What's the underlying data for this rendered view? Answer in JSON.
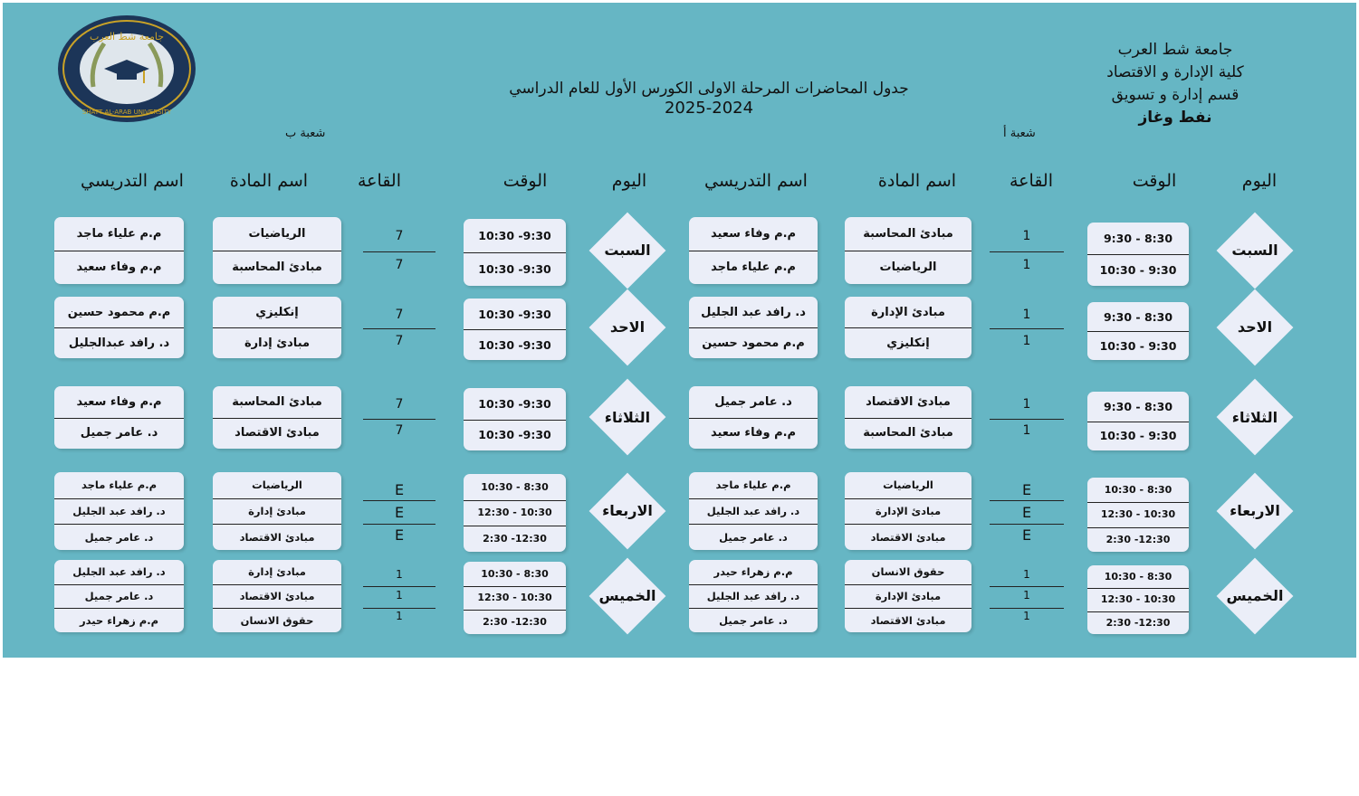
{
  "university": [
    "جامعة شط العرب",
    "كلية الإدارة و الاقتصاد",
    "قسم إدارة و تسويق",
    "نفط وغاز"
  ],
  "title_line1": "جدول المحاضرات المرحلة الاولى الكورس الأول للعام الدراسي",
  "title_line2": "2025-2024",
  "section_a": "شعبة أ",
  "section_b": "شعبة ب",
  "headers": {
    "day": "اليوم",
    "time": "الوقت",
    "room": "القاعة",
    "subject": "اسم المادة",
    "teacher": "اسم التدريسي"
  },
  "logo_text": "SHATT AL-ARAB UNIVERSITY",
  "days": [
    {
      "day": "السبت",
      "a": {
        "times": [
          "8:30 - 9:30",
          "9:30 - 10:30"
        ],
        "rooms": [
          "1",
          "1"
        ],
        "subjects": [
          "مبادئ المحاسبة",
          "الرياضيات"
        ],
        "teachers": [
          "م.م وفاء سعيد",
          "م.م علياء ماجد"
        ]
      },
      "b": {
        "times": [
          "9:30- 10:30",
          "9:30- 10:30"
        ],
        "rooms": [
          "7",
          "7"
        ],
        "subjects": [
          "الرياضيات",
          "مبادئ المحاسبة"
        ],
        "teachers": [
          "م.م علياء ماجد",
          "م.م وفاء سعيد"
        ]
      }
    },
    {
      "day": "الاحد",
      "a": {
        "times": [
          "8:30 - 9:30",
          "9:30 - 10:30"
        ],
        "rooms": [
          "1",
          "1"
        ],
        "subjects": [
          "مبادئ الإدارة",
          "إنكليزي"
        ],
        "teachers": [
          "د. رافد عبد الجليل",
          "م.م محمود حسين"
        ]
      },
      "b": {
        "times": [
          "9:30- 10:30",
          "9:30- 10:30"
        ],
        "rooms": [
          "7",
          "7"
        ],
        "subjects": [
          "إنكليزي",
          "مبادئ إدارة"
        ],
        "teachers": [
          "م.م محمود حسين",
          "د. رافد عبدالجليل"
        ]
      }
    },
    {
      "day": "الثلاثاء",
      "a": {
        "times": [
          "8:30 - 9:30",
          "9:30 - 10:30"
        ],
        "rooms": [
          "1",
          "1"
        ],
        "subjects": [
          "مبادئ الاقتصاد",
          "مبادئ المحاسبة"
        ],
        "teachers": [
          "د. عامر جميل",
          "م.م وفاء سعيد"
        ]
      },
      "b": {
        "times": [
          "9:30- 10:30",
          "9:30- 10:30"
        ],
        "rooms": [
          "7",
          "7"
        ],
        "subjects": [
          "مبادئ المحاسبة",
          "مبادئ الاقتصاد"
        ],
        "teachers": [
          "م.م وفاء سعيد",
          "د. عامر جميل"
        ]
      }
    },
    {
      "day": "الاربعاء",
      "a": {
        "times": [
          "8:30 - 10:30",
          "10:30 - 12:30",
          "12:30- 2:30"
        ],
        "rooms": [
          "E",
          "E",
          "E"
        ],
        "subjects": [
          "الرياضيات",
          "مبادئ الإدارة",
          "مبادئ الاقتصاد"
        ],
        "teachers": [
          "م.م علياء ماجد",
          "د. رافد عبد الجليل",
          "د. عامر جميل"
        ]
      },
      "b": {
        "times": [
          "8:30 - 10:30",
          "10:30 - 12:30",
          "12:30- 2:30"
        ],
        "rooms": [
          "E",
          "E",
          "E"
        ],
        "subjects": [
          "الرياضيات",
          "مبادئ إدارة",
          "مبادئ الاقتصاد"
        ],
        "teachers": [
          "م.م علياء ماجد",
          "د. رافد عبد الجليل",
          "د. عامر جميل"
        ]
      }
    },
    {
      "day": "الخميس",
      "a": {
        "times": [
          "8:30 - 10:30",
          "10:30 - 12:30",
          "12:30- 2:30"
        ],
        "rooms": [
          "1",
          "1",
          "1"
        ],
        "subjects": [
          "حقوق الانسان",
          "مبادئ الإدارة",
          "مبادئ الاقتصاد"
        ],
        "teachers": [
          "م.م زهراء حيدر",
          "د. رافد عبد الجليل",
          "د. عامر جميل"
        ]
      },
      "b": {
        "times": [
          "8:30 - 10:30",
          "10:30 - 12:30",
          "12:30- 2:30"
        ],
        "rooms": [
          "1",
          "1",
          "1"
        ],
        "subjects": [
          "مبادئ إدارة",
          "مبادئ الاقتصاد",
          "حقوق الانسان"
        ],
        "teachers": [
          "د. رافد عبد الجليل",
          "د. عامر جميل",
          "م.م زهراء حيدر"
        ]
      }
    }
  ],
  "colors": {
    "background": "#66b6c4",
    "card": "#ebeef8",
    "logo_navy": "#1c3558",
    "logo_gold": "#c9a227"
  }
}
